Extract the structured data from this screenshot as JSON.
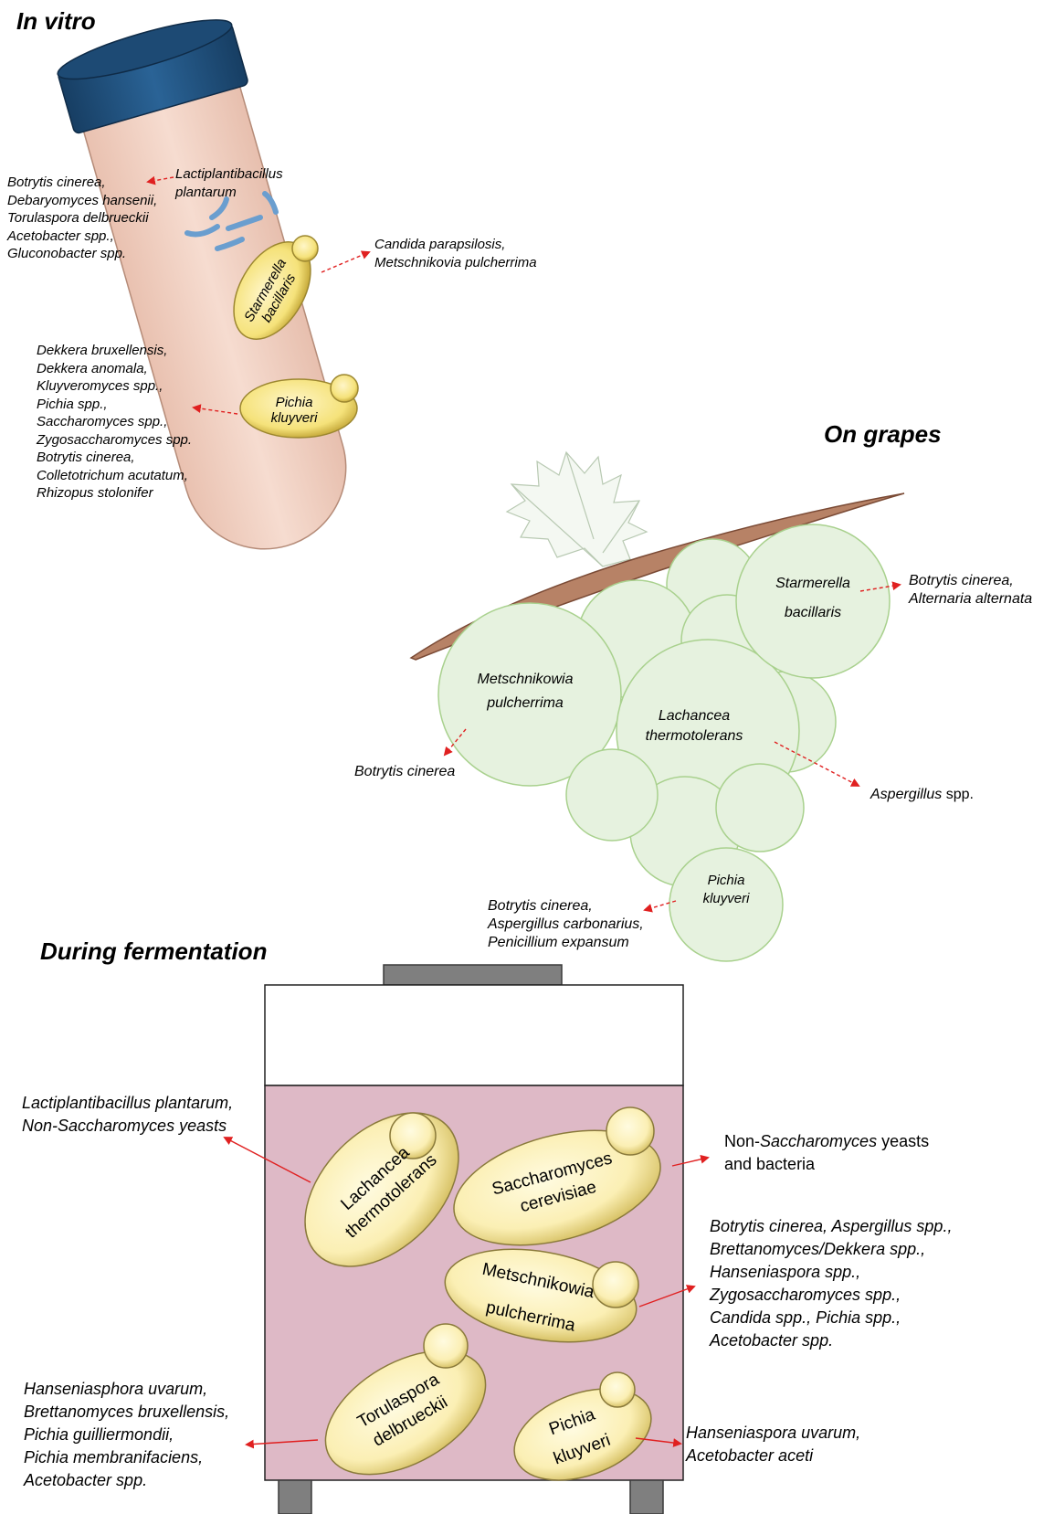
{
  "sections": {
    "in_vitro": "In vitro",
    "on_grapes": "On grapes",
    "during_fermentation": "During fermentation"
  },
  "in_vitro": {
    "lactiplantibacillus": {
      "line1": "Lactiplantibacillus",
      "line2": "plantarum"
    },
    "lactiplantibacillus_targets": [
      "Botrytis cinerea,",
      "Debaryomyces hansenii,",
      "Torulaspora delbrueckii",
      "Acetobacter spp.,",
      "Gluconobacter spp."
    ],
    "starmerella": {
      "line1": "Starmerella",
      "line2": "bacillaris"
    },
    "starmerella_targets": [
      "Candida parapsilosis,",
      "Metschnikovia pulcherrima"
    ],
    "pichia": {
      "line1": "Pichia",
      "line2": "kluyveri"
    },
    "pichia_targets": [
      "Dekkera bruxellensis,",
      "Dekkera anomala,",
      "Kluyveromyces spp.,",
      "Pichia spp.,",
      "Saccharomyces spp.,",
      "Zygosaccharomyces spp.",
      "Botrytis cinerea,",
      "Colletotrichum acutatum,",
      "Rhizopus stolonifer"
    ]
  },
  "on_grapes": {
    "starmerella": {
      "line1": "Starmerella",
      "line2": "bacillaris"
    },
    "starmerella_targets": [
      "Botrytis cinerea,",
      "Alternaria alternata"
    ],
    "metschnikowia": {
      "line1": "Metschnikowia",
      "line2": "pulcherrima"
    },
    "metschnikowia_target": "Botrytis cinerea",
    "lachancea": {
      "line1": "Lachancea",
      "line2": "thermotolerans"
    },
    "lachancea_target": {
      "italic": "Aspergillus",
      "plain": " spp."
    },
    "pichia": {
      "line1": "Pichia",
      "line2": "kluyveri"
    },
    "pichia_targets": [
      "Botrytis cinerea,",
      "Aspergillus carbonarius,",
      "Penicillium expansum"
    ]
  },
  "fermentation": {
    "lachancea": {
      "line1": "Lachancea",
      "line2": "thermotolerans"
    },
    "lachancea_targets": [
      "Lactiplantibacillus plantarum,",
      "Non-Saccharomyces yeasts"
    ],
    "saccharomyces": {
      "line1": "Saccharomyces",
      "line2": "cerevisiae"
    },
    "saccharomyces_targets": {
      "pre": "Non-",
      "italic": "Saccharomyces",
      "post": " yeasts",
      "line2": "and bacteria"
    },
    "metschnikowia": {
      "line1": "Metschnikowia",
      "line2": "pulcherrima"
    },
    "metschnikowia_targets": [
      "Botrytis cinerea, Aspergillus spp.,",
      "Brettanomyces/Dekkera spp.,",
      "Hanseniaspora spp.,",
      "Zygosaccharomyces spp.,",
      "Candida spp., Pichia spp.,",
      "Acetobacter spp."
    ],
    "torulaspora": {
      "line1": "Torulaspora",
      "line2": "delbrueckii"
    },
    "torulaspora_targets": [
      "Hanseniasphora uvarum,",
      "Brettanomyces bruxellensis,",
      "Pichia guilliermondii,",
      "Pichia membranifaciens,",
      "Acetobacter spp."
    ],
    "pichia": {
      "line1": "Pichia",
      "line2": "kluyveri"
    },
    "pichia_targets": [
      "Hanseniaspora uvarum,",
      "Acetobacter aceti"
    ]
  },
  "colors": {
    "tube_cap": "#1f4e79",
    "tube_body": "#f2d3c6",
    "yeast_fill": "#f7e58a",
    "grape_fill": "#e6f2df",
    "grape_stroke": "#a9d18e",
    "vat_liquid": "#e3b9c6",
    "arrow": "#e02020"
  }
}
